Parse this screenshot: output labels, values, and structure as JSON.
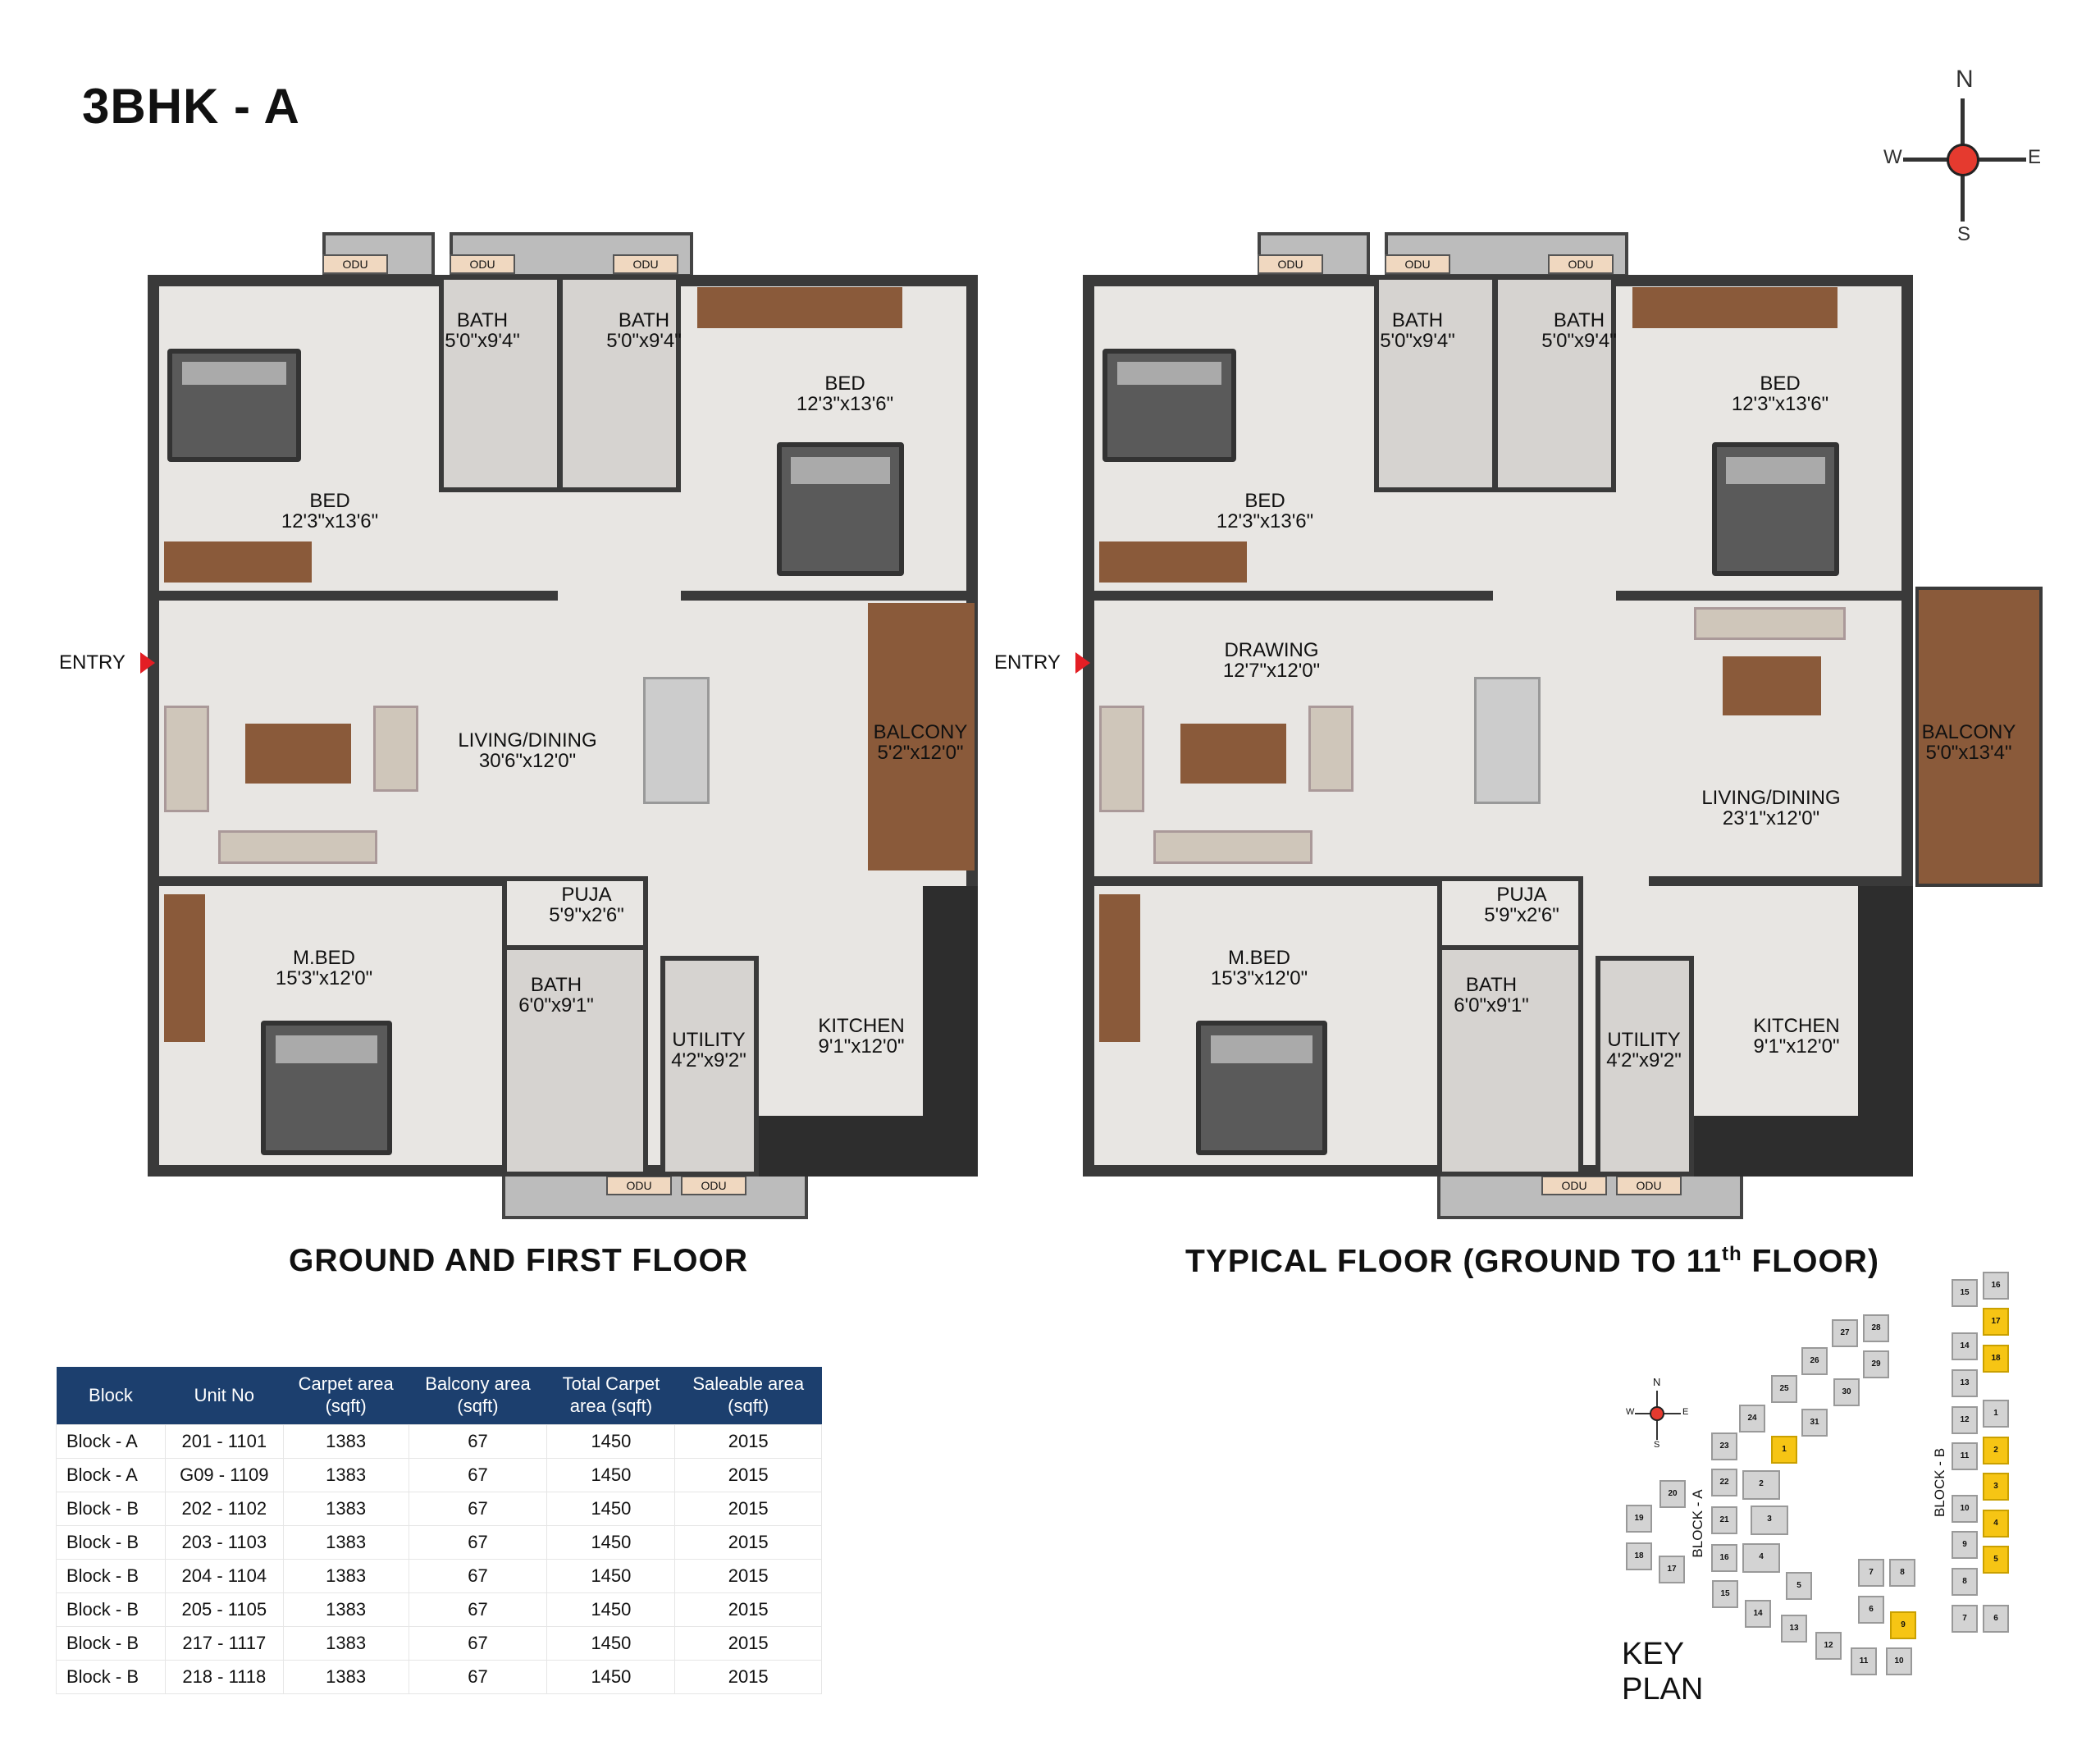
{
  "title": "3BHK - A",
  "compass": {
    "n": "N",
    "s": "S",
    "e": "E",
    "w": "W",
    "accent": "#e53a2f"
  },
  "plans": {
    "ground": {
      "caption": "GROUND AND FIRST FLOOR",
      "entry": "ENTRY",
      "rooms": [
        {
          "name": "BED",
          "dim": "12'3\"x13'6\""
        },
        {
          "name": "BATH",
          "dim": "5'0\"x9'4\""
        },
        {
          "name": "BATH",
          "dim": "5'0\"x9'4\""
        },
        {
          "name": "BED",
          "dim": "12'3\"x13'6\""
        },
        {
          "name": "LIVING/DINING",
          "dim": "30'6\"x12'0\""
        },
        {
          "name": "BALCONY",
          "dim": "5'2\"x12'0\""
        },
        {
          "name": "PUJA",
          "dim": "5'9\"x2'6\""
        },
        {
          "name": "M.BED",
          "dim": "15'3\"x12'0\""
        },
        {
          "name": "BATH",
          "dim": "6'0\"x9'1\""
        },
        {
          "name": "UTILITY",
          "dim": "4'2\"x9'2\""
        },
        {
          "name": "KITCHEN",
          "dim": "9'1\"x12'0\""
        }
      ],
      "odu": [
        "ODU",
        "ODU",
        "ODU",
        "ODU",
        "ODU"
      ]
    },
    "typical": {
      "caption_pre": "TYPICAL FLOOR (GROUND TO 11",
      "caption_sup": "th",
      "caption_post": " FLOOR)",
      "entry": "ENTRY",
      "rooms": [
        {
          "name": "BED",
          "dim": "12'3\"x13'6\""
        },
        {
          "name": "BATH",
          "dim": "5'0\"x9'4\""
        },
        {
          "name": "BATH",
          "dim": "5'0\"x9'4\""
        },
        {
          "name": "BED",
          "dim": "12'3\"x13'6\""
        },
        {
          "name": "DRAWING",
          "dim": "12'7\"x12'0\""
        },
        {
          "name": "LIVING/DINING",
          "dim": "23'1\"x12'0\""
        },
        {
          "name": "BALCONY",
          "dim": "5'0\"x13'4\""
        },
        {
          "name": "PUJA",
          "dim": "5'9\"x2'6\""
        },
        {
          "name": "M.BED",
          "dim": "15'3\"x12'0\""
        },
        {
          "name": "BATH",
          "dim": "6'0\"x9'1\""
        },
        {
          "name": "UTILITY",
          "dim": "4'2\"x9'2\""
        },
        {
          "name": "KITCHEN",
          "dim": "9'1\"x12'0\""
        }
      ],
      "odu": [
        "ODU",
        "ODU",
        "ODU",
        "ODU",
        "ODU"
      ]
    }
  },
  "table": {
    "headers": [
      [
        "Block",
        ""
      ],
      [
        "Unit No",
        ""
      ],
      [
        "Carpet area",
        "(sqft)"
      ],
      [
        "Balcony area",
        "(sqft)"
      ],
      [
        "Total Carpet",
        "area (sqft)"
      ],
      [
        "Saleable area",
        "(sqft)"
      ]
    ],
    "rows": [
      [
        "Block - A",
        "201 - 1101",
        "1383",
        "67",
        "1450",
        "2015"
      ],
      [
        "Block - A",
        "G09 - 1109",
        "1383",
        "67",
        "1450",
        "2015"
      ],
      [
        "Block - B",
        "202 - 1102",
        "1383",
        "67",
        "1450",
        "2015"
      ],
      [
        "Block - B",
        "203 - 1103",
        "1383",
        "67",
        "1450",
        "2015"
      ],
      [
        "Block - B",
        "204 - 1104",
        "1383",
        "67",
        "1450",
        "2015"
      ],
      [
        "Block - B",
        "205 - 1105",
        "1383",
        "67",
        "1450",
        "2015"
      ],
      [
        "Block - B",
        "217 - 1117",
        "1383",
        "67",
        "1450",
        "2015"
      ],
      [
        "Block - B",
        "218 - 1118",
        "1383",
        "67",
        "1450",
        "2015"
      ]
    ],
    "header_color": "#1c3f6e"
  },
  "keyplan": {
    "title": "KEY PLAN",
    "block_a": "BLOCK - A",
    "block_b": "BLOCK - B",
    "highlight_color": "#f6c514",
    "units_a": [
      "28",
      "27",
      "26",
      "29",
      "25",
      "30",
      "24",
      "31",
      "23",
      "1",
      "22",
      "2",
      "20",
      "19",
      "21",
      "3",
      "18",
      "16",
      "4",
      "17",
      "15",
      "5",
      "14",
      "7",
      "8",
      "6",
      "13",
      "9",
      "12",
      "11",
      "10"
    ],
    "units_b_left": [
      "15",
      "14",
      "13",
      "12",
      "11",
      "10",
      "9",
      "8",
      "7"
    ],
    "units_b_right": [
      "16",
      "17",
      "18",
      "1",
      "2",
      "3",
      "4",
      "5",
      "6"
    ],
    "selected_a": [
      "1",
      "9"
    ],
    "selected_b": [
      "17",
      "18",
      "2",
      "3",
      "4",
      "5"
    ]
  }
}
